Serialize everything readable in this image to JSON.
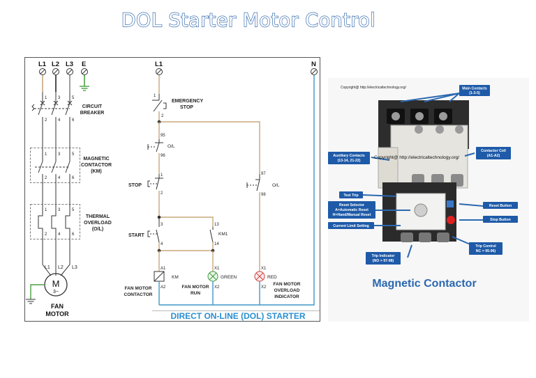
{
  "title": "DOL Starter Motor Control",
  "colors": {
    "title_outline": "#3b6fb0",
    "wire_blue": "#3f96c8",
    "wire_tan": "#c8a878",
    "ground_green": "#4aa040",
    "lamp_green": "#3c9c3c",
    "lamp_red": "#d04040",
    "accent_blue": "#2a68b0"
  },
  "power_circuit": {
    "terminals": [
      "L1",
      "L2",
      "L3",
      "E"
    ],
    "breaker_label": [
      "CIRCUIT",
      "BREAKER"
    ],
    "breaker_nums_top": [
      "1",
      "3",
      "5"
    ],
    "breaker_nums_bottom": [
      "2",
      "4",
      "6"
    ],
    "contactor_label": [
      "MAGNETIC",
      "CONTACTOR",
      "(KM)"
    ],
    "contactor_nums_top": [
      "1",
      "3",
      "5"
    ],
    "contactor_nums_bottom": [
      "2",
      "4",
      "6"
    ],
    "overload_label": [
      "THERMAL",
      "OVERLOAD",
      "(O/L)"
    ],
    "overload_nums_top": [
      "1",
      "3",
      "5"
    ],
    "overload_nums_bottom": [
      "2",
      "4",
      "6"
    ],
    "motor_terminals": [
      "L1",
      "L2",
      "L3"
    ],
    "motor_symbol": "M",
    "motor_phase": "3~",
    "motor_label": [
      "FAN",
      "MOTOR"
    ]
  },
  "control_circuit": {
    "supply_left": "L1",
    "supply_right": "N",
    "emergency_stop": [
      "EMERGENCY",
      "STOP"
    ],
    "estop_nums": [
      "1",
      "2"
    ],
    "ol_contact_nums": [
      "95",
      "96"
    ],
    "ol_label": "O/L",
    "stop_label": "STOP",
    "stop_nums": [
      "1",
      "2"
    ],
    "start_label": "START",
    "start_nums": [
      "3",
      "4"
    ],
    "km1_nums": [
      "13",
      "14"
    ],
    "km1_label": "KM1",
    "ol_right_nums": [
      "97",
      "98"
    ],
    "coil_nums": [
      "A1",
      "A2"
    ],
    "coil_label": "KM",
    "green_nums": [
      "X1",
      "X2"
    ],
    "green_label": "GREEN",
    "red_nums": [
      "X1",
      "X2"
    ],
    "red_label": "RED",
    "bottom_labels": {
      "contactor": [
        "FAN MOTOR",
        "CONTACTOR"
      ],
      "run": [
        "FAN MOTOR",
        "RUN"
      ],
      "overload": [
        "FAN MOTOR",
        "OVERLOAD",
        "INDICATOR"
      ]
    },
    "footer": "DIRECT ON-LINE (DOL) STARTER"
  },
  "photo_panel": {
    "copyright_top": "Copyright@ http://electricaltechnology.org/",
    "copyright_mid": "Copyright@ http://electricaltechnology.org/",
    "callouts": {
      "main_contacts": [
        "Main Contacts",
        "(1-3-5)"
      ],
      "aux_contacts": [
        "Auxiliary Contacts",
        "(13-14, 21-22)"
      ],
      "contactor_coil": [
        "Contactor Coil",
        "(A1-A2)"
      ],
      "test_trip": [
        "Test Trip"
      ],
      "reset_selector": [
        "Reset Selector",
        "A=Automatic Reset",
        "H=Hand/Manual Reset"
      ],
      "reset_button": [
        "Reset Button"
      ],
      "stop_button": [
        "Stop Button"
      ],
      "current_limit": [
        "Current Limit Setting"
      ],
      "trip_indicator": [
        "Trip Indicator",
        "(NO = 97-98)"
      ],
      "trip_control": [
        "Trip Control",
        "NC = 95-96)"
      ]
    },
    "caption": "Magnetic Contactor"
  }
}
